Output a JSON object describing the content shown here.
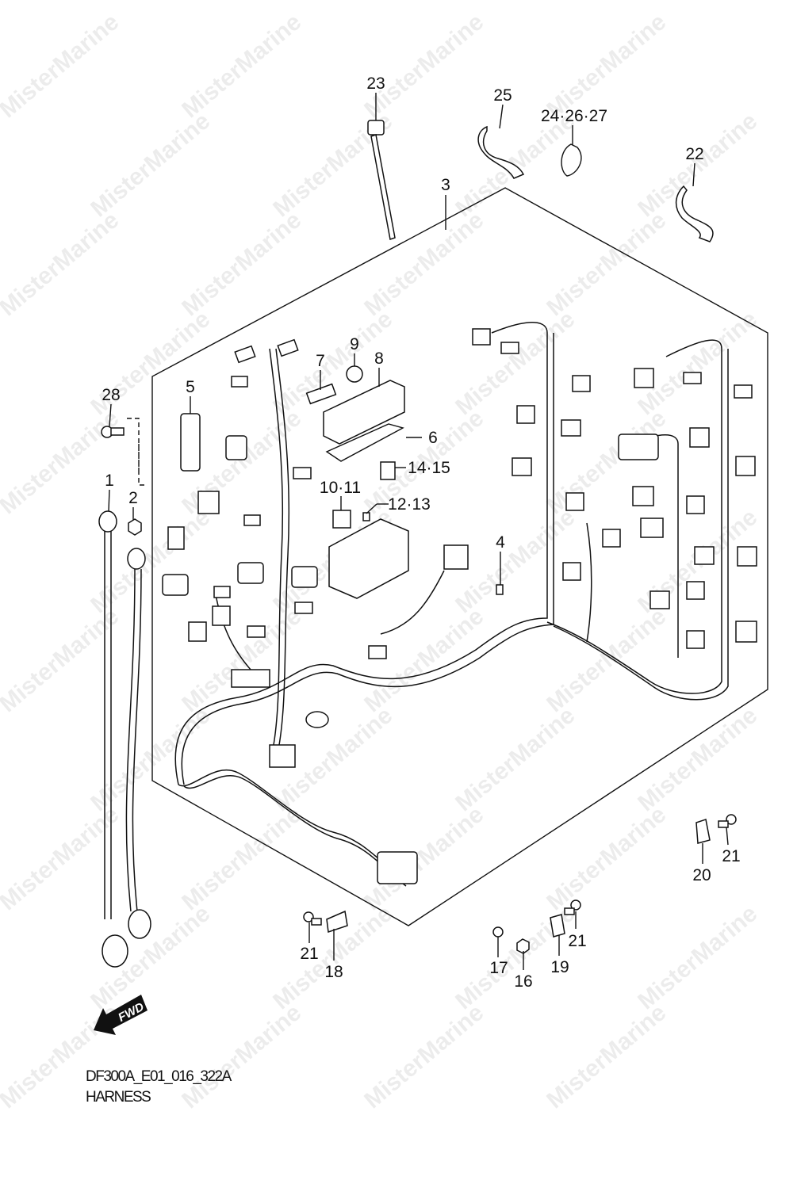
{
  "diagram": {
    "code": "DF300A_E01_016_322A",
    "title": "HARNESS",
    "fwd_label": "FWD",
    "watermark": "MisterMarine",
    "callouts": {
      "c23": "23",
      "c25": "25",
      "c24_26_27": "24·26·27",
      "c22": "22",
      "c3": "3",
      "c9": "9",
      "c8": "8",
      "c7": "7",
      "c5": "5",
      "c28": "28",
      "c6": "6",
      "c14_15": "14·15",
      "c1": "1",
      "c2": "2",
      "c10_11": "10·11",
      "c12_13": "12·13",
      "c4": "4",
      "c21a": "21",
      "c20": "20",
      "c21b": "21",
      "c18": "18",
      "c21c": "21",
      "c17": "17",
      "c19": "19",
      "c16": "16"
    }
  }
}
